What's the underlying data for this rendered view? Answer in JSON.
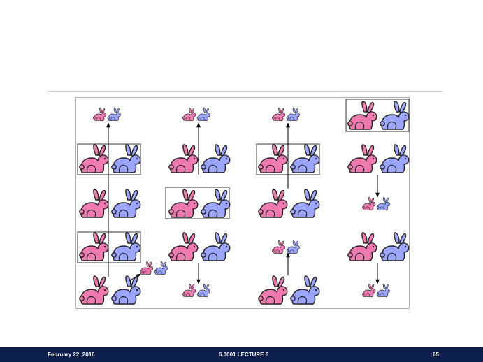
{
  "footer": {
    "date": "February 22, 2016",
    "title": "6.0001 LECTURE 6",
    "page_number": "65"
  },
  "figure": {
    "colors": {
      "female": "#f07ab0",
      "male": "#9aa6ff",
      "outline": "#222222",
      "box": "#333333",
      "arrow": "#000000"
    },
    "icons": [
      "rabbit-pair-icon",
      "baby-rabbit-pair-icon",
      "arrow-icon"
    ]
  }
}
